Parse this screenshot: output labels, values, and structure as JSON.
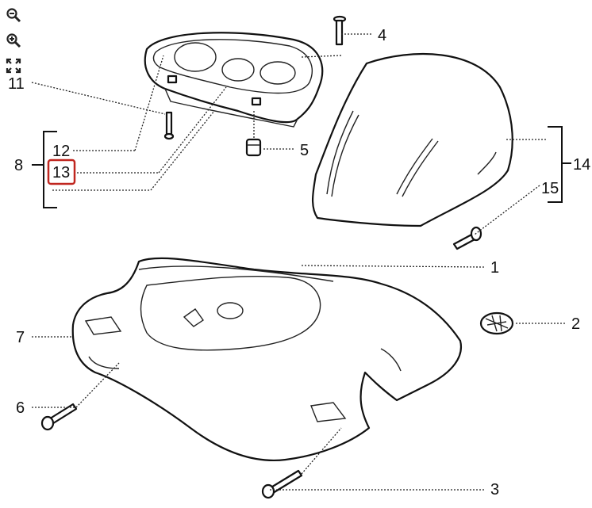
{
  "toolbar": {
    "buttons": [
      {
        "name": "zoom-out-button",
        "icon": "zoom-out-icon"
      },
      {
        "name": "zoom-in-button",
        "icon": "zoom-in-icon"
      },
      {
        "name": "fit-screen-button",
        "icon": "fullscreen-icon"
      }
    ]
  },
  "callouts": {
    "c1": "1",
    "c2": "2",
    "c3": "3",
    "c4": "4",
    "c5": "5",
    "c6": "6",
    "c7": "7",
    "c8": "8",
    "c11": "11",
    "c12": "12",
    "c13": "13",
    "c14": "14",
    "c15": "15"
  },
  "highlighted_callout": "13",
  "colors": {
    "highlight": "#c0261f",
    "line": "#111111"
  }
}
